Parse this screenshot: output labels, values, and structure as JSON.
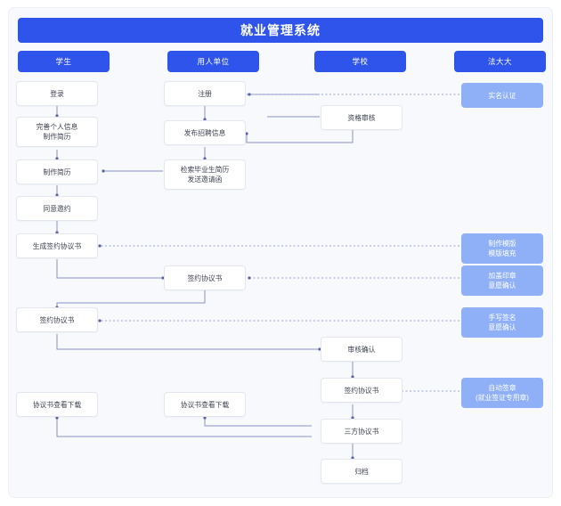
{
  "header": {
    "title": "就业管理系统"
  },
  "lanes": [
    {
      "label": "学生"
    },
    {
      "label": "用人单位"
    },
    {
      "label": "学校"
    },
    {
      "label": "法大大"
    }
  ],
  "nodes": {
    "student": [
      {
        "id": "s-login",
        "label": "登录"
      },
      {
        "id": "s-profile",
        "label": "完善个人信息\n制作简历",
        "line1": "完善个人信息",
        "line2": "制作简历"
      },
      {
        "id": "s-resume",
        "label": "制作简历"
      },
      {
        "id": "s-agree",
        "label": "同意邀约"
      },
      {
        "id": "s-generate",
        "label": "生成签约协议书"
      },
      {
        "id": "s-sign",
        "label": "签约协议书"
      },
      {
        "id": "s-download",
        "label": "协议书查看下载"
      }
    ],
    "employer": [
      {
        "id": "e-register",
        "label": "注册"
      },
      {
        "id": "e-post",
        "label": "发布招聘信息"
      },
      {
        "id": "e-search",
        "line1": "检索毕业生简历",
        "line2": "发送邀请函"
      },
      {
        "id": "e-sign",
        "label": "签约协议书"
      },
      {
        "id": "e-download",
        "label": "协议书查看下载"
      }
    ],
    "school": [
      {
        "id": "c-audit",
        "label": "资格审核"
      },
      {
        "id": "c-confirm",
        "label": "审核确认"
      },
      {
        "id": "c-sign",
        "label": "签约协议书"
      },
      {
        "id": "c-tripart",
        "label": "三方协议书"
      },
      {
        "id": "c-archive",
        "label": "归档"
      }
    ],
    "fadada": [
      {
        "id": "f-realname",
        "label": "实名认证"
      },
      {
        "id": "f-template",
        "line1": "制作模版",
        "line2": "模版填充"
      },
      {
        "id": "f-seal",
        "line1": "加盖印章",
        "line2": "意愿确认"
      },
      {
        "id": "f-handsign",
        "line1": "手写签名",
        "line2": "意愿确认"
      },
      {
        "id": "f-autoseal",
        "line1": "自动签章",
        "line2": "(就业签证专用章)"
      }
    ]
  },
  "colors": {
    "brand": "#2f54eb",
    "fadada_node": "#8fb0f7",
    "node_border": "#e4e7ef",
    "board_bg": "#f7f9fc",
    "connector": "#8b92c4"
  }
}
